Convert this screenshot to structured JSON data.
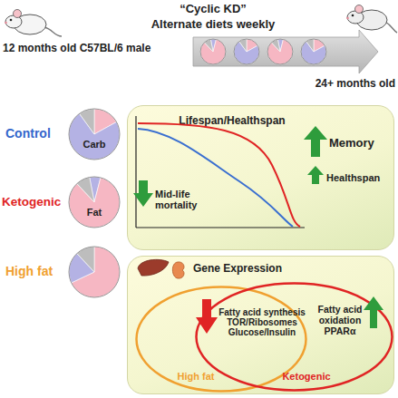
{
  "diagram": {
    "nodes": [
      {
        "text": [
          "“Cyclic KD”",
          "Alternate diets weekly"
        ]
      },
      {
        "text": [
          "Control",
          "Carb"
        ]
      },
      {
        "text": [
          "Ketogenic",
          "Fat"
        ]
      },
      {
        "text": [
          "High fat"
        ]
      },
      {
        "text": [
          "Lifespan/Healthspan",
          "Memory",
          "Healthspan",
          "Mid-life mortality"
        ]
      },
      {
        "text": [
          "Gene Expression"
        ]
      },
      {
        "text": [
          "Fatty acid synthesis TOR/Ribosomes Glucose/Insulin",
          "High fat"
        ],
        "in": 5
      },
      {
        "text": [
          "Fatty acid oxidation PPARα",
          "Ketogenic"
        ],
        "in": 5
      }
    ],
    "labels": [
      "12 months old C57BL/6 male",
      "24+ months old"
    ]
  }
}
